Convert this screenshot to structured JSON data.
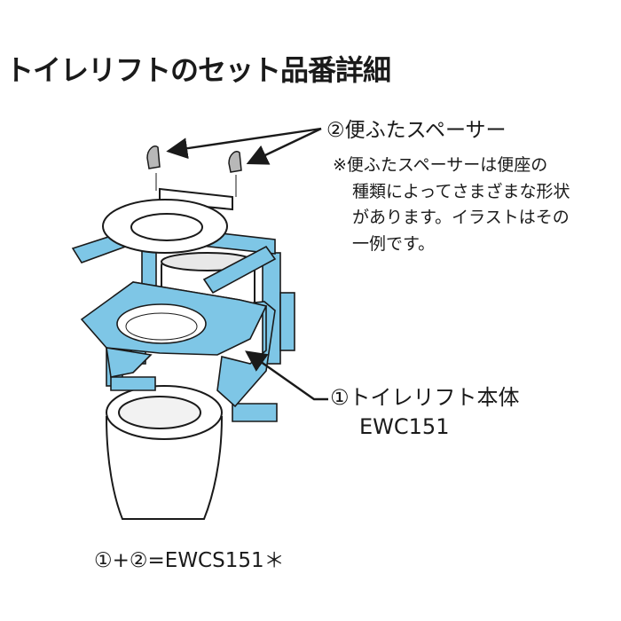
{
  "title": "トイレリフトのセット品番詳細",
  "parts": {
    "spacer": {
      "label": "②便ふたスペーサー",
      "note_lines": [
        "※便ふたスペーサーは便座の",
        "種類によってさまざまな形状",
        "があります。イラストはその",
        "一例です。"
      ]
    },
    "body": {
      "label": "①トイレリフト本体",
      "model": "EWC151"
    }
  },
  "formula": "①+②=EWCS151＊",
  "colors": {
    "lift_blue": "#7ec6e6",
    "outline": "#1a1a1a",
    "toilet_white": "#ffffff",
    "spacer_gray": "#b8b8b8"
  }
}
